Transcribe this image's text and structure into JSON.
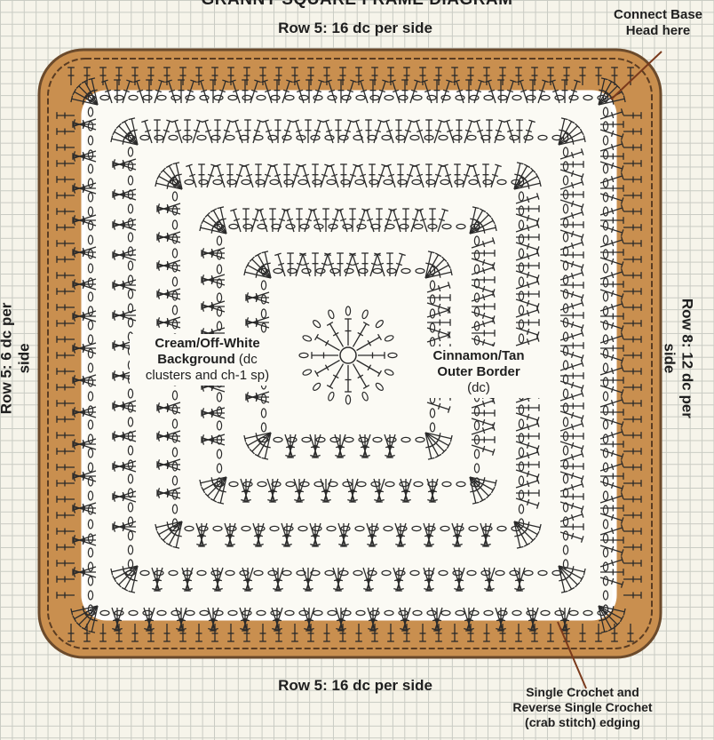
{
  "title": "GRANNY SQUARE FRAME DIAGRAM",
  "labels": {
    "top_side": "Row 5: 16 dc per side",
    "bottom_side": "Row 5: 16 dc per side",
    "left_side": "Row 5: 6 dc per side",
    "right_side": "Row 8: 12 dc per side",
    "cream_line1": "Cream/Off-White",
    "cream_line2": "Background",
    "cream_line2b": " (dc",
    "cream_line3": "clusters and ch-1 sp)",
    "cinnamon_line1": "Cinnamon/Tan",
    "cinnamon_line2": "Outer Border",
    "cinnamon_line3": "(dc)",
    "connect_line1": "Connect Base",
    "connect_line2": "Head here",
    "edging_line1": "Single Crochet and",
    "edging_line2": "Reverse Single Crochet",
    "edging_line3": "(crab stitch) edging"
  },
  "colors": {
    "border": "#c98f4f",
    "border_dark": "#6b4a2b",
    "background_cream": "#fbfaf4",
    "grid": "#c9cbc3",
    "ink": "#1f1f1f",
    "leader": "#7a3a1c"
  }
}
